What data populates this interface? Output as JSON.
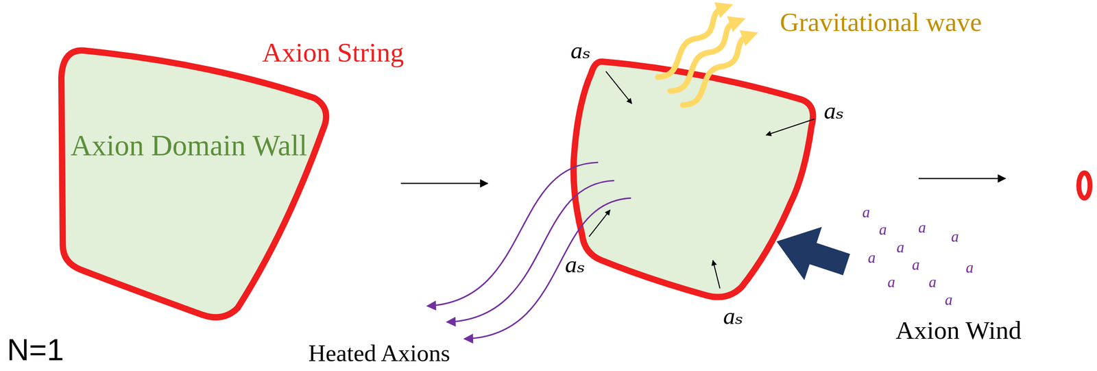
{
  "diagram": {
    "nodes": [
      {
        "text": [
          "Axion Domain Wall",
          "Axion String"
        ]
      }
    ],
    "labels": [
      "aₛ",
      "Gravitational wave",
      "aₛ",
      "aₛ",
      "aₛ",
      "Heated Axions",
      "a",
      "a",
      "a",
      "a",
      "a",
      "a",
      "a",
      "a",
      "a",
      "a",
      "a",
      "Axion Wind",
      "N=1"
    ]
  }
}
